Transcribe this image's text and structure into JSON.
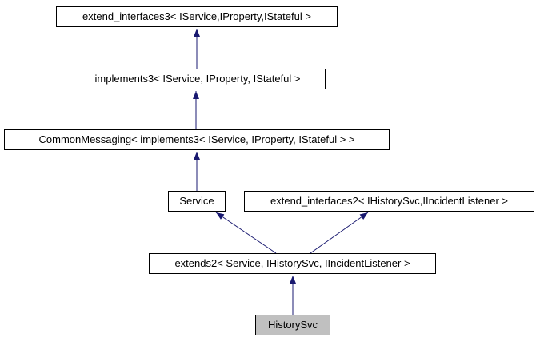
{
  "diagram": {
    "type": "class-inheritance-graph",
    "current_class": "HistorySvc",
    "colors": {
      "background": "#ffffff",
      "edge": "#191970",
      "node_border": "#000000",
      "node_fill": "#ffffff",
      "current_node_fill": "#c0c0c0",
      "text": "#000000"
    },
    "nodes": [
      {
        "id": "extend_interfaces3",
        "label": "extend_interfaces3< IService,IProperty,IStateful >"
      },
      {
        "id": "implements3",
        "label": "implements3< IService, IProperty, IStateful >"
      },
      {
        "id": "CommonMessaging",
        "label": "CommonMessaging< implements3< IService, IProperty, IStateful > >"
      },
      {
        "id": "Service",
        "label": "Service"
      },
      {
        "id": "extend_interfaces2",
        "label": "extend_interfaces2< IHistorySvc,IIncidentListener >"
      },
      {
        "id": "extends2",
        "label": "extends2< Service, IHistorySvc, IIncidentListener >"
      },
      {
        "id": "HistorySvc",
        "label": "HistorySvc",
        "current": true
      }
    ],
    "edges": [
      {
        "from": "implements3",
        "to": "extend_interfaces3"
      },
      {
        "from": "CommonMessaging",
        "to": "implements3"
      },
      {
        "from": "Service",
        "to": "CommonMessaging"
      },
      {
        "from": "extends2",
        "to": "Service"
      },
      {
        "from": "extends2",
        "to": "extend_interfaces2"
      },
      {
        "from": "HistorySvc",
        "to": "extends2"
      }
    ]
  }
}
